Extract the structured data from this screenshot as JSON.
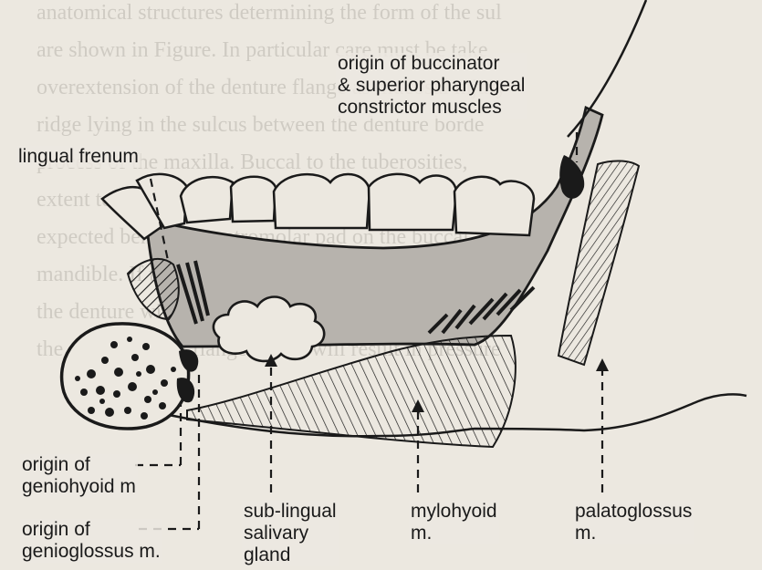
{
  "background_text": [
    "anatomical structures determining the form of the sul",
    "are shown in Figure. In particular care must be take",
    "overextension of the denture flange as mucosal injury",
    "ridge lying in the sulcus between the denture borde",
    "process of the maxilla. Buccal to the tuberosities,",
    "extent to the distal parts of where the flange is reduced",
    "expected behind the retromolar pad on the buccal",
    "mandible. If the sublingual glands are large an",
    "the denture will either be displaced if too long or w",
    "the overextended flange which will result in pressure"
  ],
  "labels": {
    "buccinator": [
      "origin of buccinator",
      "& superior pharyngeal",
      "constrictor muscles"
    ],
    "lingual_frenum": [
      "lingual frenum"
    ],
    "geniohyoid": [
      "origin of",
      "geniohyoid m"
    ],
    "genioglossus": [
      "origin of",
      "genioglossus m."
    ],
    "sublingual": [
      "sub-lingual",
      "salivary",
      "gland"
    ],
    "mylohyoid": [
      "mylohyoid",
      "m."
    ],
    "palatoglossus": [
      "palatoglossus",
      "m."
    ]
  },
  "colors": {
    "page": "#ece8e0",
    "ink": "#1a1a1a",
    "bone_shading": "#b7b3ad",
    "faded_print": "#b9b5ad"
  }
}
